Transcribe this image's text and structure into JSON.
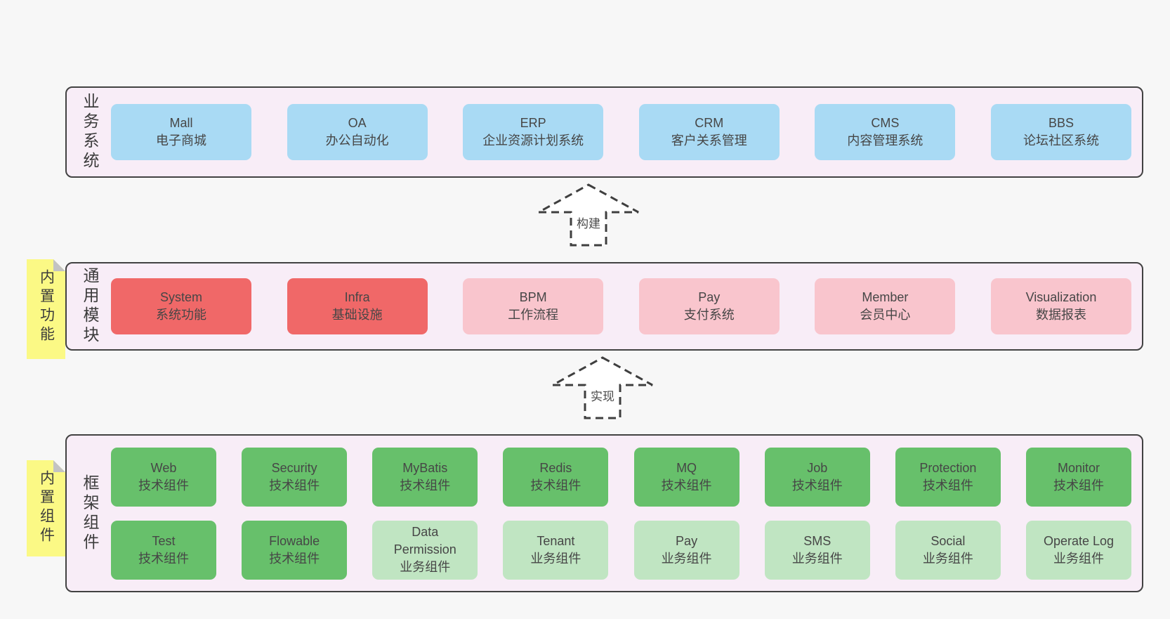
{
  "layers": [
    {
      "label": "业务系统",
      "boxes": [
        {
          "en": "Mall",
          "zh": "电子商城"
        },
        {
          "en": "OA",
          "zh": "办公自动化"
        },
        {
          "en": "ERP",
          "zh": "企业资源计划系统"
        },
        {
          "en": "CRM",
          "zh": "客户关系管理"
        },
        {
          "en": "CMS",
          "zh": "内容管理系统"
        },
        {
          "en": "BBS",
          "zh": "论坛社区系统"
        }
      ]
    },
    {
      "label": "通用模块",
      "note": "内置功能",
      "boxes": [
        {
          "en": "System",
          "zh": "系统功能",
          "variant": "red"
        },
        {
          "en": "Infra",
          "zh": "基础设施",
          "variant": "red"
        },
        {
          "en": "BPM",
          "zh": "工作流程",
          "variant": "pink"
        },
        {
          "en": "Pay",
          "zh": "支付系统",
          "variant": "pink"
        },
        {
          "en": "Member",
          "zh": "会员中心",
          "variant": "pink"
        },
        {
          "en": "Visualization",
          "zh": "数据报表",
          "variant": "pink"
        }
      ]
    },
    {
      "label": "框架组件",
      "note": "内置组件",
      "rows": [
        [
          {
            "en": "Web",
            "zh": "技术组件",
            "variant": "green"
          },
          {
            "en": "Security",
            "zh": "技术组件",
            "variant": "green"
          },
          {
            "en": "MyBatis",
            "zh": "技术组件",
            "variant": "green"
          },
          {
            "en": "Redis",
            "zh": "技术组件",
            "variant": "green"
          },
          {
            "en": "MQ",
            "zh": "技术组件",
            "variant": "green"
          },
          {
            "en": "Job",
            "zh": "技术组件",
            "variant": "green"
          },
          {
            "en": "Protection",
            "zh": "技术组件",
            "variant": "green"
          },
          {
            "en": "Monitor",
            "zh": "技术组件",
            "variant": "green"
          }
        ],
        [
          {
            "en": "Test",
            "zh": "技术组件",
            "variant": "green"
          },
          {
            "en": "Flowable",
            "zh": "技术组件",
            "variant": "green"
          },
          {
            "en": "Data Permission",
            "zh": "业务组件",
            "variant": "lightgreen"
          },
          {
            "en": "Tenant",
            "zh": "业务组件",
            "variant": "lightgreen"
          },
          {
            "en": "Pay",
            "zh": "业务组件",
            "variant": "lightgreen"
          },
          {
            "en": "SMS",
            "zh": "业务组件",
            "variant": "lightgreen"
          },
          {
            "en": "Social",
            "zh": "业务组件",
            "variant": "lightgreen"
          },
          {
            "en": "Operate Log",
            "zh": "业务组件",
            "variant": "lightgreen"
          }
        ]
      ]
    }
  ],
  "arrows": [
    {
      "label": "构建"
    },
    {
      "label": "实现"
    }
  ],
  "colors": {
    "page_bg": "#f7f7f7",
    "layer_bg": "#f8edf7",
    "layer_border": "#424242",
    "business_box": "#a9daf4",
    "module_core_box": "#f06868",
    "module_optional_box": "#f9c5cd",
    "tech_component_box": "#67c06b",
    "biz_component_box": "#c0e5c2",
    "sticky_note": "#fbf985",
    "note_fold": "#c3c3c3",
    "arrow_stroke": "#3f3f3f",
    "text": "#464646"
  }
}
